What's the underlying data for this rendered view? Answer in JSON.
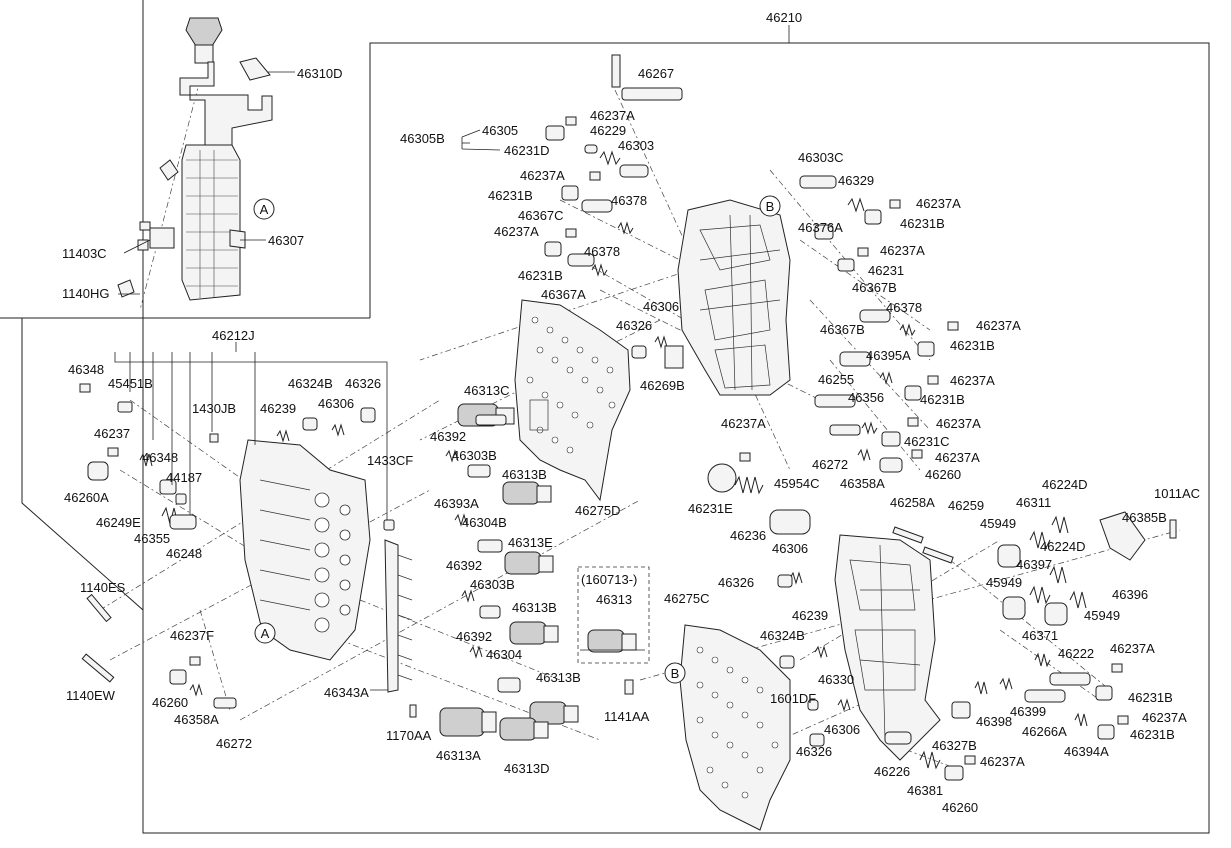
{
  "labels": {
    "l46210": "46210",
    "l46310D": "46310D",
    "l46307": "46307",
    "l11403C": "11403C",
    "l1140HG": "1140HG",
    "l46212J": "46212J",
    "l46348a": "46348",
    "l45451B": "45451B",
    "l1430JB": "1430JB",
    "l46324Ba": "46324B",
    "l46326a": "46326",
    "l46239a": "46239",
    "l46306a": "46306",
    "l46237": "46237",
    "l46348b": "46348",
    "l44187": "44187",
    "l1433CF": "1433CF",
    "l46260A": "46260A",
    "l46249E": "46249E",
    "l46355": "46355",
    "l46248": "46248",
    "l1140ES": "1140ES",
    "l1140EW": "1140EW",
    "l46237F": "46237F",
    "l46260a": "46260",
    "l46358Aa": "46358A",
    "l46272a": "46272",
    "l46343A": "46343A",
    "l1170AA": "1170AA",
    "l46313A": "46313A",
    "l46313Da": "46313D",
    "l46313C": "46313C",
    "l46392a": "46392",
    "l46303Ba": "46303B",
    "l46313Ba": "46313B",
    "l46393A": "46393A",
    "l46304B": "46304B",
    "l46313E": "46313E",
    "l46392b": "46392",
    "l46303Bb": "46303B",
    "l46313Bb": "46313B",
    "l46392c": "46392",
    "l46304": "46304",
    "l46313Bc": "46313B",
    "l160713": "(160713-)",
    "l46313": "46313",
    "l1141AA": "1141AA",
    "l46267": "46267",
    "l46237Aa": "46237A",
    "l46305B": "46305B",
    "l46305": "46305",
    "l46229": "46229",
    "l46231D": "46231D",
    "l46303": "46303",
    "l46237Ab": "46237A",
    "l46231Ba": "46231B",
    "l46367C": "46367C",
    "l46378a": "46378",
    "l46237Ac": "46237A",
    "l46378b": "46378",
    "l46231Bb": "46231B",
    "l46367A": "46367A",
    "l46306b": "46306",
    "l46326b": "46326",
    "l46269B": "46269B",
    "l46275D": "46275D",
    "l46303C": "46303C",
    "l46329": "46329",
    "l46237Ad": "46237A",
    "l46231Bc": "46231B",
    "l46376A": "46376A",
    "l46237Ae": "46237A",
    "l46231": "46231",
    "l46367Ba": "46367B",
    "l46378c": "46378",
    "l46237Af": "46237A",
    "l46367Bb": "46367B",
    "l46231Bd": "46231B",
    "l46395A": "46395A",
    "l46255": "46255",
    "l46237Ag": "46237A",
    "l46356": "46356",
    "l46231Be": "46231B",
    "l46237Ah": "46237A",
    "l46231C": "46231C",
    "l46237Ai": "46237A",
    "l46272b": "46272",
    "l46260b": "46260",
    "l46358Ab": "46358A",
    "l46237Aj": "46237A",
    "l46231E": "46231E",
    "l46236": "46236",
    "l45954C": "45954C",
    "l46258A": "46258A",
    "l46259": "46259",
    "l46311": "46311",
    "l46224Da": "46224D",
    "l1011AC": "1011AC",
    "l46385B": "46385B",
    "l45949a": "45949",
    "l46224Db": "46224D",
    "l46397": "46397",
    "l45949b": "45949",
    "l46396": "46396",
    "l45949c": "45949",
    "l46306c": "46306",
    "l46326c": "46326",
    "l46275C": "46275C",
    "l46239b": "46239",
    "l46324Bb": "46324B",
    "l46330": "46330",
    "l1601DF": "1601DF",
    "l46371": "46371",
    "l46222": "46222",
    "l46237Ak": "46237A",
    "l46231Bf": "46231B",
    "l46306d": "46306",
    "l46326d": "46326",
    "l46398": "46398",
    "l46399": "46399",
    "l46327B": "46327B",
    "l46266A": "46266A",
    "l46394A": "46394A",
    "l46237Al": "46237A",
    "l46231Bg": "46231B",
    "l46226": "46226",
    "l46381": "46381",
    "l46260c": "46260",
    "l46237Am": "46237A"
  },
  "callouts": {
    "a1": "A",
    "a2": "A",
    "b1": "B",
    "b2": "B"
  }
}
